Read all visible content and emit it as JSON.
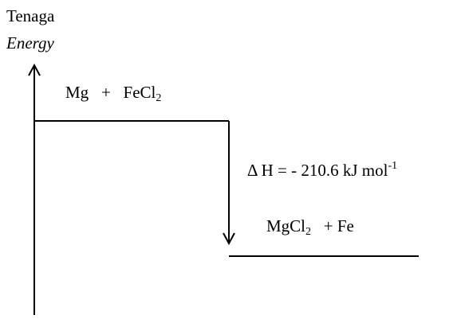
{
  "axis": {
    "title_malay": "Tenaga",
    "title_english": "Energy"
  },
  "reactants": {
    "mg": "Mg",
    "plus": "+",
    "fecl": "FeCl",
    "fecl_subscript": "2"
  },
  "products": {
    "mgcl": "MgCl",
    "mgcl_subscript": "2",
    "plus": "+",
    "fe": "Fe"
  },
  "enthalpy": {
    "symbol": "Δ",
    "label": "H = - 210.6 kJ mol",
    "exponent": "-1"
  }
}
